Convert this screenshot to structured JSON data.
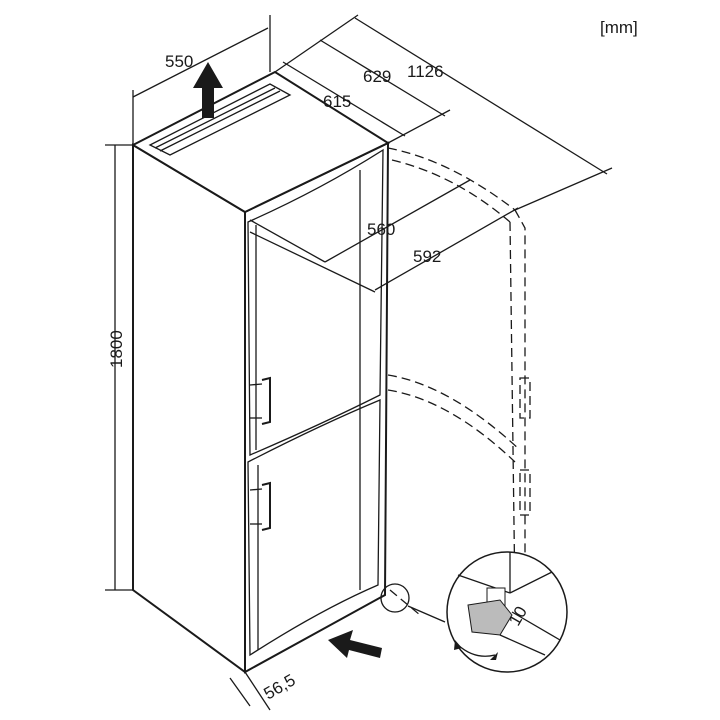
{
  "unit_label": "[mm]",
  "dimensions": {
    "height": "1800",
    "width": "550",
    "depth_inner": "615",
    "depth_outer": "629",
    "depth_door_open": "1126",
    "door_inner": "560",
    "door_outer": "592",
    "plinth_offset": "56,5",
    "wrench_size": "10"
  },
  "colors": {
    "line": "#1a1a1a",
    "background": "#ffffff"
  }
}
